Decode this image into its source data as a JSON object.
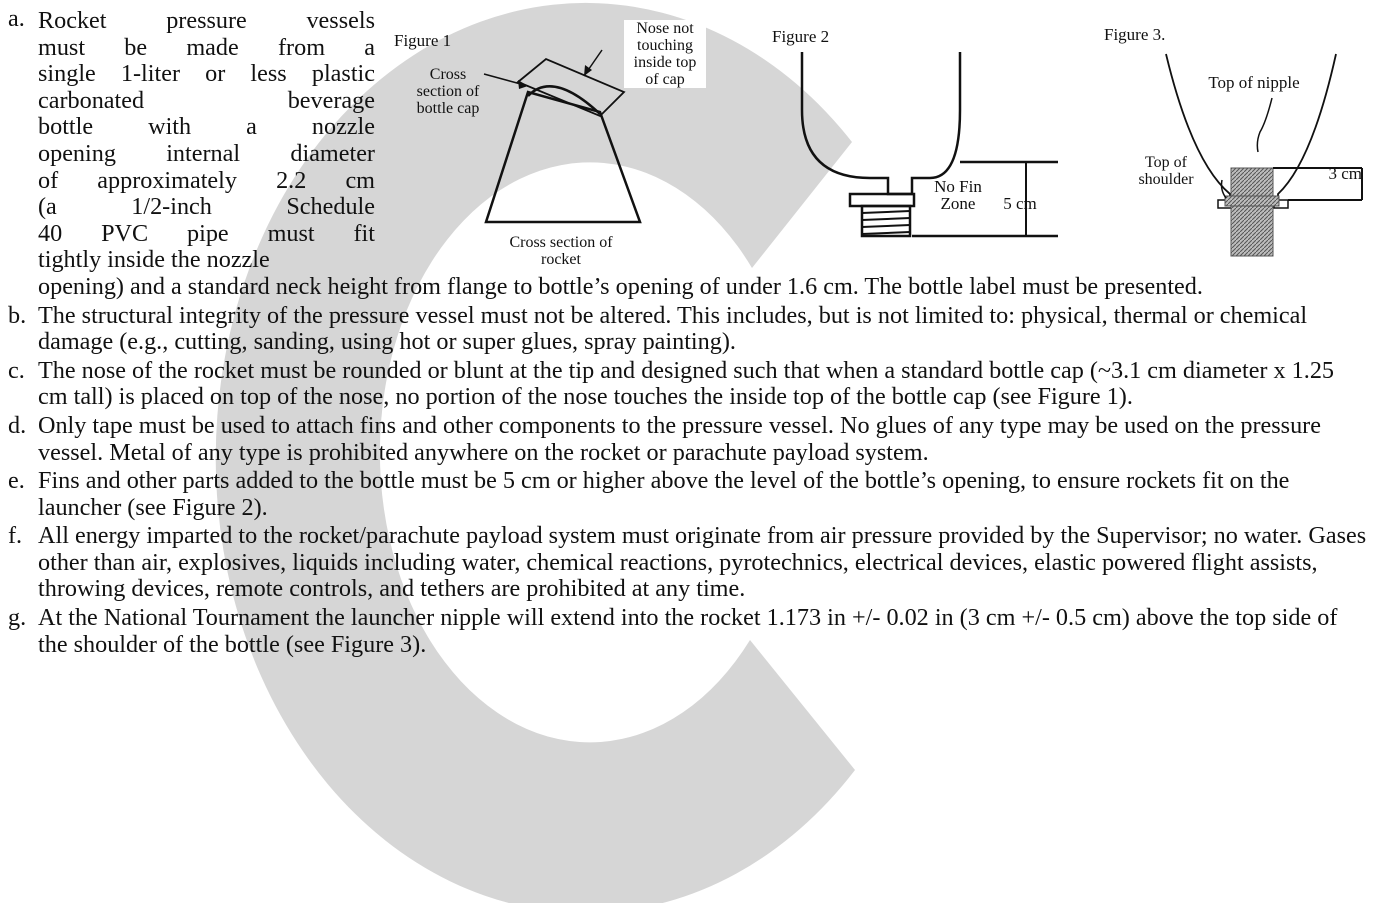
{
  "watermark": {
    "letter": "C",
    "color": "#d6d6d6"
  },
  "figures": {
    "fig1": {
      "title": "Figure 1",
      "cap_label": [
        "Cross",
        "section of",
        "bottle cap"
      ],
      "nose_label": [
        "Nose not",
        "touching",
        "inside top",
        "of cap"
      ],
      "rocket_label": [
        "Cross section of",
        "rocket"
      ]
    },
    "fig2": {
      "title": "Figure 2",
      "zone_label": [
        "No Fin",
        "Zone"
      ],
      "dim_label": "5 cm"
    },
    "fig3": {
      "title": "Figure 3.",
      "nipple_label": "Top of nipple",
      "shoulder_label": [
        "Top of",
        "shoulder"
      ],
      "dim_label": "3 cm"
    }
  },
  "rules": [
    {
      "label": "a.",
      "wrapped_lines": [
        "Rocket pressure vessels",
        "must be made from a",
        "single 1-liter or less plastic",
        "carbonated beverage",
        "bottle with a nozzle",
        "opening internal diameter",
        "of approximately 2.2 cm",
        "(a 1/2-inch Schedule",
        "40 PVC pipe must fit",
        "tightly inside the nozzle"
      ],
      "rest": "opening) and a standard neck height from flange to bottle’s opening of under 1.6 cm. The bottle label must be presented."
    },
    {
      "label": "b.",
      "text": "The structural integrity of the pressure vessel must not be altered. This includes, but is not limited to: physical, thermal or chemical damage (e.g., cutting, sanding, using hot or super glues, spray painting)."
    },
    {
      "label": "c.",
      "text": "The nose of the rocket must be rounded or blunt at the tip and designed such that when a standard bottle cap (~3.1 cm diameter x 1.25 cm tall) is placed on top of the nose, no portion of the nose touches the inside top of the bottle cap (see Figure 1)."
    },
    {
      "label": "d.",
      "text": "Only tape must be used to attach fins and other components to the pressure vessel. No glues of any type may be used on the pressure vessel. Metal of any type is prohibited anywhere on the rocket or parachute payload system."
    },
    {
      "label": "e.",
      "text": "Fins and other parts added to the bottle must be 5 cm or higher above the level of the bottle’s opening, to ensure rockets fit on the launcher (see Figure 2)."
    },
    {
      "label": "f.",
      "text": "All energy imparted to the rocket/parachute payload system must originate from air pressure provided by the Supervisor; no water. Gases other than air, explosives, liquids including water, chemical reactions, pyrotechnics, electrical devices, elastic powered flight assists, throwing devices, remote controls, and tethers are prohibited at any time."
    },
    {
      "label": "g.",
      "text": "At the National Tournament the launcher nipple will extend into the rocket 1.173 in +/- 0.02 in (3 cm +/- 0.5 cm) above the top side of the shoulder of the bottle (see Figure 3)."
    }
  ]
}
